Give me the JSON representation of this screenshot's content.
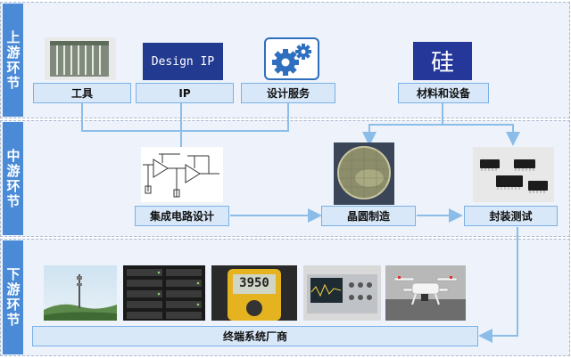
{
  "stages": {
    "upstream": "上游环节",
    "midstream": "中游环节",
    "downstream": "下游环节"
  },
  "upstream": {
    "tools": "工具",
    "ip": "IP",
    "design_ip_box": "Design IP",
    "design_services": "设计服务",
    "materials": "材料和设备",
    "silicon_box": "硅"
  },
  "midstream": {
    "ic_design": "集成电路设计",
    "wafer_fab": "晶圆制造",
    "packaging_test": "封装测试"
  },
  "downstream": {
    "end_systems": "终端系统厂商",
    "meter_reading": "3950"
  },
  "colors": {
    "tab": "#4a8ad6",
    "label_fill": "#d8e8f9",
    "label_border": "#7ab0e6",
    "arrow": "#8bbde8",
    "design_box": "#223a8f"
  }
}
